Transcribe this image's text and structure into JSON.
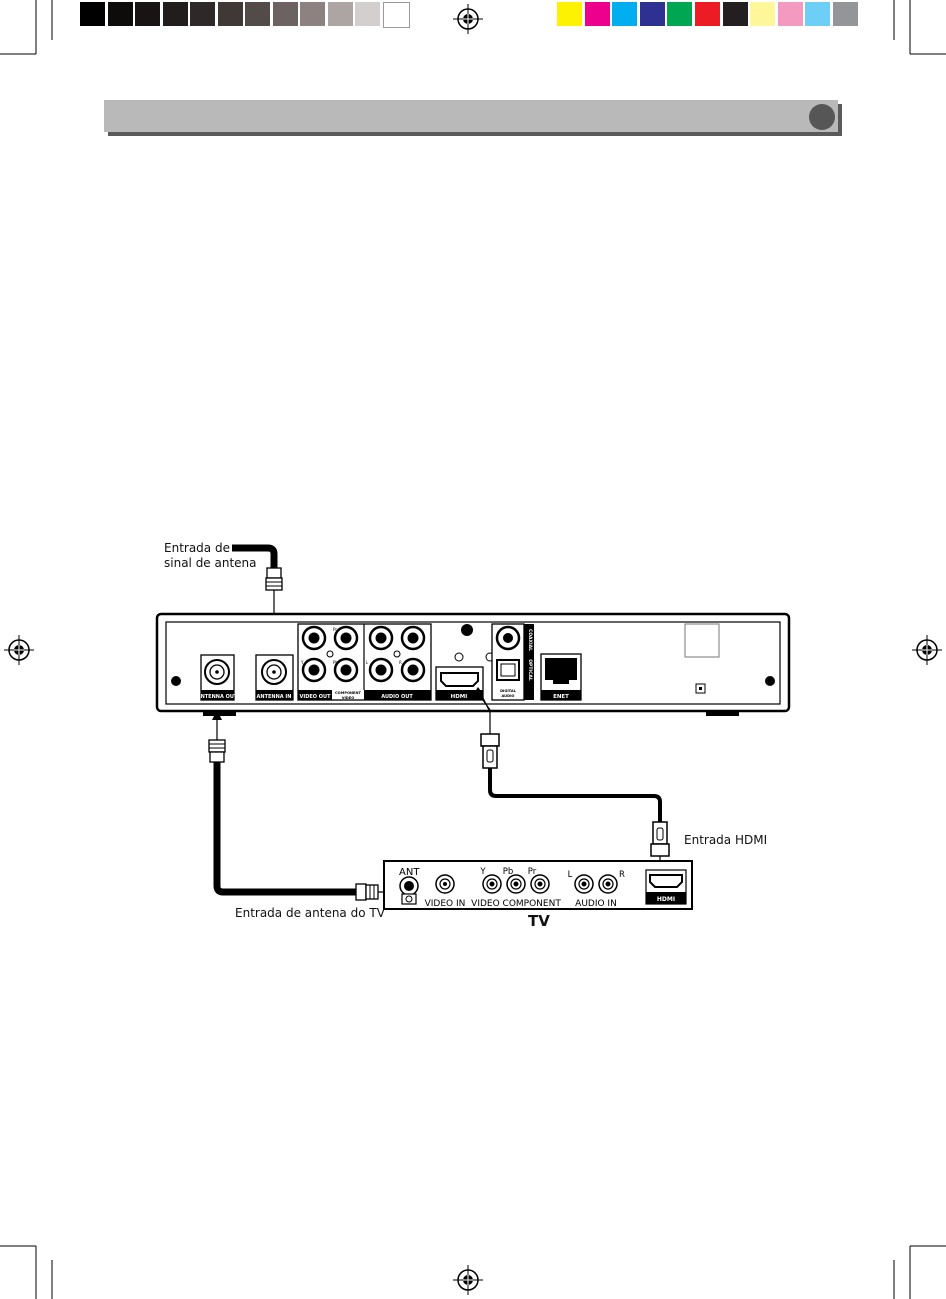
{
  "colors": {
    "gray_swatches": [
      "#000000",
      "#0e0c0b",
      "#171413",
      "#211d1c",
      "#2f2828",
      "#3f3837",
      "#534b4a",
      "#6c6261",
      "#8d8281",
      "#ada5a4",
      "#d3cfce",
      "#ffffff"
    ],
    "color_swatches": [
      "#fff200",
      "#ec008c",
      "#00aeef",
      "#2e3192",
      "#00a651",
      "#ed1c24",
      "#231f20",
      "#fff799",
      "#f49ac1",
      "#6dcff6",
      "#939598"
    ],
    "header_bar": "#b9b9b9",
    "header_circle": "#565656"
  },
  "labels": {
    "antenna_source_line1": "Entrada de",
    "antenna_source_line2": "sinal de antena",
    "hdmi_input": "Entrada HDMI",
    "tv_antenna_input": "Entrada de antena do TV",
    "tv_title": "TV"
  },
  "receiver": {
    "antenna_out": "ANTENNA OUT",
    "antenna_in": "ANTENNA IN",
    "video_out": "VIDEO OUT",
    "component_video_line1": "COMPONENT",
    "component_video_line2": "VIDEO",
    "audio_out": "AUDIO OUT",
    "hdmi": "HDMI",
    "digital_audio_line1": "DIGITAL",
    "digital_audio_line2": "AUDIO",
    "coaxial": "COAXIAL",
    "optical": "OPTICAL",
    "enet": "ENET",
    "pr": "Pr",
    "pb": "Pb",
    "y": "Y",
    "r": "R",
    "l": "L"
  },
  "tv_panel": {
    "ant": "ANT",
    "video_in": "VIDEO IN",
    "y": "Y",
    "pb": "Pb",
    "pr": "Pr",
    "video_component": "VIDEO COMPONENT",
    "l": "L",
    "r": "R",
    "audio_in": "AUDIO IN",
    "hdmi": "HDMI"
  }
}
